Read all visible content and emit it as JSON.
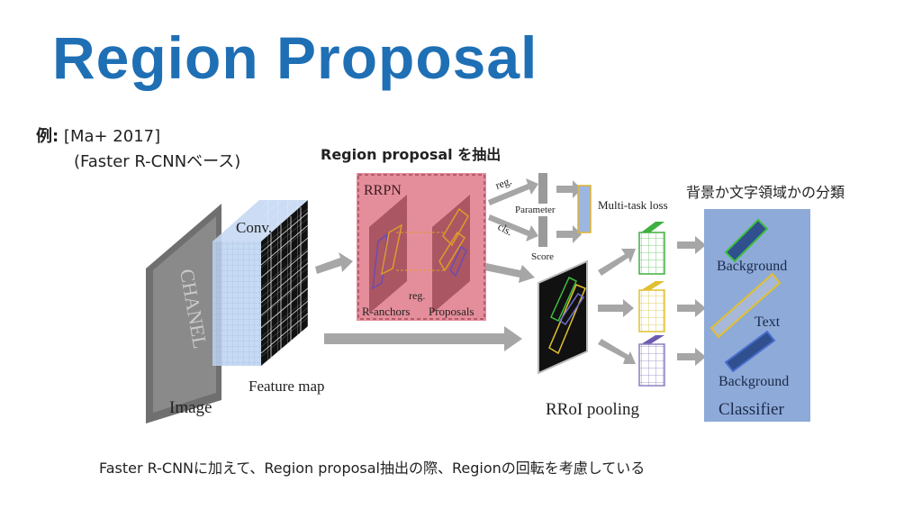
{
  "title": "Region Proposal",
  "reference": {
    "label": "例:",
    "cite": " [Ma+ 2017]",
    "note": "(Faster R-CNNベース)"
  },
  "annotations": {
    "region_extract": "Region proposal を抽出",
    "classification": "背景か文字領域かの分類"
  },
  "figure": {
    "image_label": "Image",
    "conv_label": "Conv.",
    "feature_map_label": "Feature map",
    "rrpn_label": "RRPN",
    "r_anchors_label": "R-anchors",
    "proposals_label": "Proposals",
    "reg_small": "reg.",
    "reg_label": "reg.",
    "cls_label": "cls.",
    "parameter_label": "Parameter",
    "score_label": "Score",
    "multitask_label": "Multi-task loss",
    "rroi_label": "RRoI pooling",
    "background_1": "Background",
    "text_label": "Text",
    "background_2": "Background",
    "classifier_label": "Classifier",
    "image_text": "CHANEL"
  },
  "caption": "Faster R-CNNに加えて、Region proposal抽出の際、Regionの回転を考慮している",
  "colors": {
    "title": "#1f6fb5",
    "rrpn_bg": "#e07a8a",
    "classifier_bg": "#8eaad8",
    "arrow": "#a6a6a6"
  }
}
